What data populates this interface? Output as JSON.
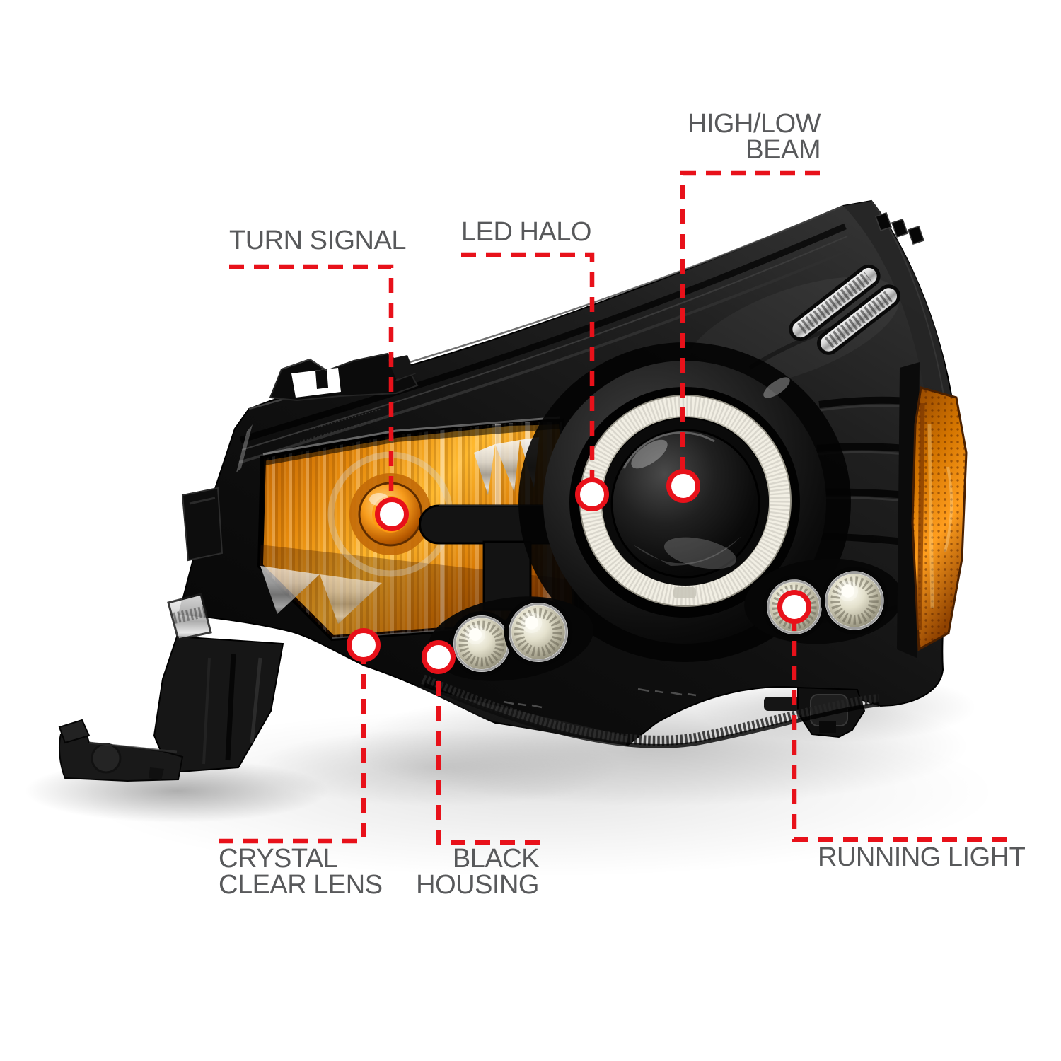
{
  "figure": {
    "type": "annotated-product-diagram",
    "subject": "projector headlight with halo, left-hand unit",
    "background": "#ffffff"
  },
  "colors": {
    "accent_red": "#e8111a",
    "label_gray": "#58595b",
    "amber_lens": "#f59a1a",
    "halo_ring": "#f2efe4",
    "housing_black": "#101010"
  },
  "callouts": {
    "turn_signal": {
      "line1": "TURN SIGNAL"
    },
    "led_halo": {
      "line1": "LED HALO"
    },
    "high_low_beam": {
      "line1": "HIGH/LOW",
      "line2": "BEAM"
    },
    "crystal_clear_lens": {
      "line1": "CRYSTAL",
      "line2": "CLEAR LENS"
    },
    "black_housing": {
      "line1": "BLACK",
      "line2": "HOUSING"
    },
    "running_light": {
      "line1": "RUNNING LIGHT"
    }
  }
}
